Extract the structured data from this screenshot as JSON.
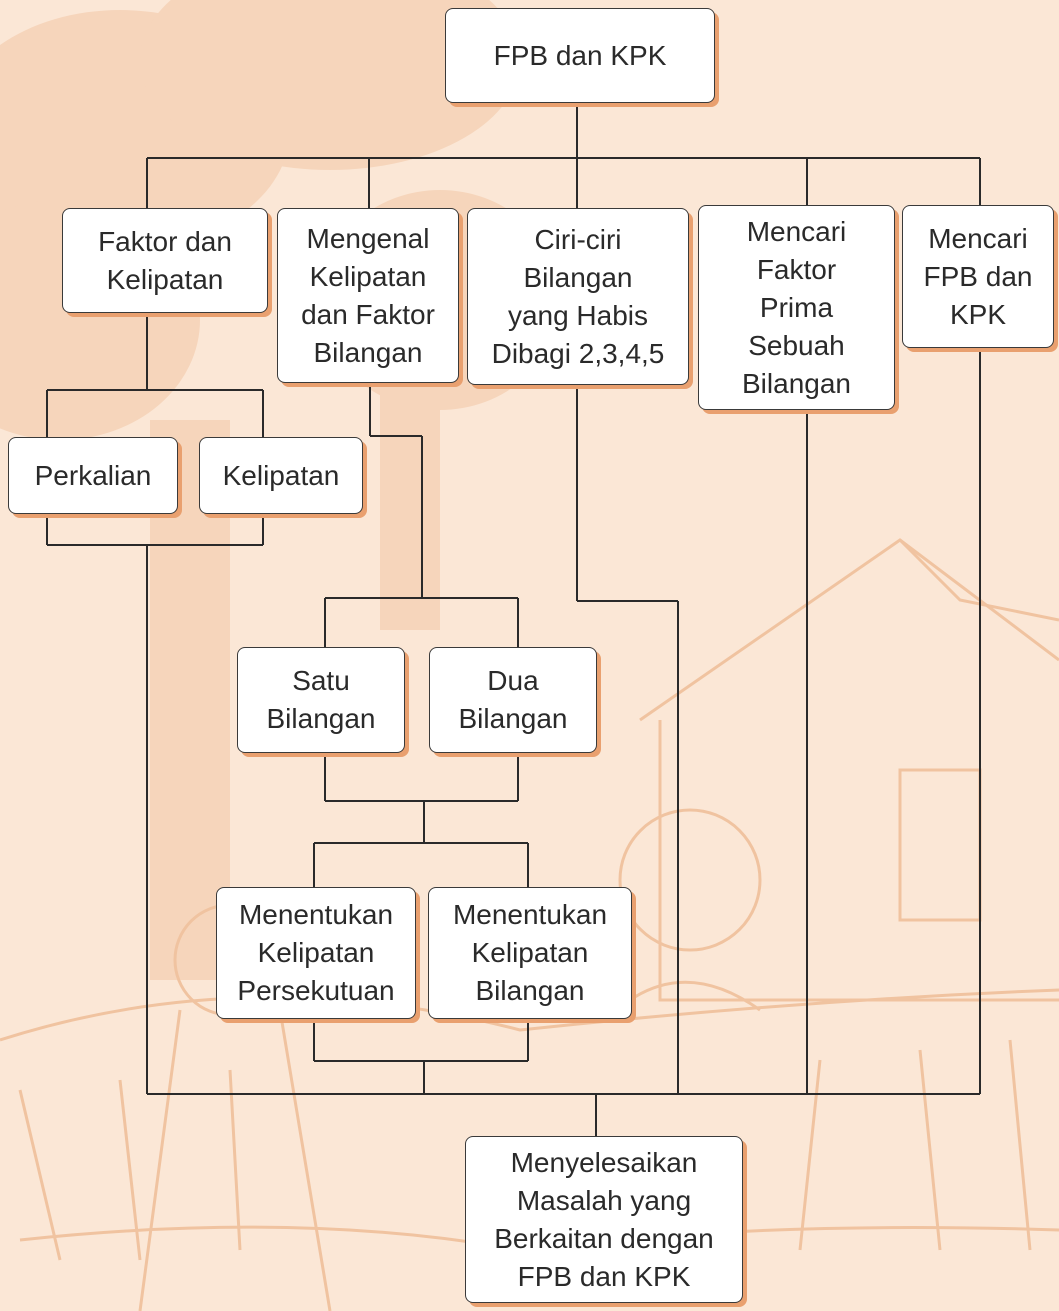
{
  "diagram": {
    "nodes": {
      "root": "FPB dan KPK",
      "faktor_kelipatan": "Faktor dan\nKelipatan",
      "mengenal": "Mengenal\nKelipatan\ndan Faktor\nBilangan",
      "ciri_ciri": "Ciri-ciri\nBilangan\nyang Habis\nDibagi 2,3,4,5",
      "faktor_prima": "Mencari\nFaktor\nPrima\nSebuah\nBilangan",
      "fpb_kpk": "Mencari\nFPB dan\nKPK",
      "perkalian": "Perkalian",
      "kelipatan": "Kelipatan",
      "satu_bilangan": "Satu\nBilangan",
      "dua_bilangan": "Dua\nBilangan",
      "kelipatan_persekutuan": "Menentukan\nKelipatan\nPersekutuan",
      "kelipatan_bilangan": "Menentukan\nKelipatan\nBilangan",
      "penyelesaian": "Menyelesaikan\nMasalah yang\nBerkaitan dengan\nFPB dan KPK"
    },
    "colors": {
      "background": "#fbe7d6",
      "illustration": "#f2c6a3",
      "box_shadow": "#e9a06f",
      "connector": "#2a2a2a"
    }
  }
}
